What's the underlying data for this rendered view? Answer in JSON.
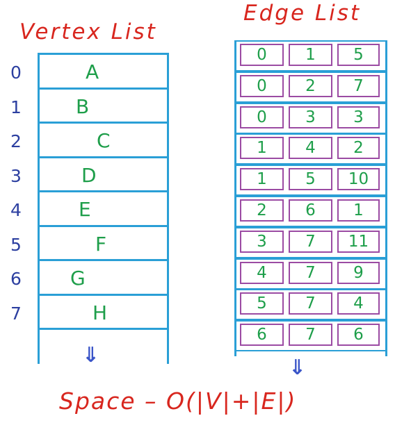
{
  "vertex_list": {
    "title": "Vertex List",
    "rows": [
      {
        "index": "0",
        "label": "A"
      },
      {
        "index": "1",
        "label": "B"
      },
      {
        "index": "2",
        "label": "C"
      },
      {
        "index": "3",
        "label": "D"
      },
      {
        "index": "4",
        "label": "E"
      },
      {
        "index": "5",
        "label": "F"
      },
      {
        "index": "6",
        "label": "G"
      },
      {
        "index": "7",
        "label": "H"
      }
    ],
    "continuation_arrow": "⇓"
  },
  "edge_list": {
    "title": "Edge List",
    "rows": [
      [
        "0",
        "1",
        "5"
      ],
      [
        "0",
        "2",
        "7"
      ],
      [
        "0",
        "3",
        "3"
      ],
      [
        "1",
        "4",
        "2"
      ],
      [
        "1",
        "5",
        "10"
      ],
      [
        "2",
        "6",
        "1"
      ],
      [
        "3",
        "7",
        "11"
      ],
      [
        "4",
        "7",
        "9"
      ],
      [
        "5",
        "7",
        "4"
      ],
      [
        "6",
        "7",
        "6"
      ]
    ],
    "continuation_arrow": "⇓"
  },
  "space_formula": "Space – O(|V|+|E|)",
  "colors": {
    "title": "#d8261e",
    "table_border": "#2a9fd6",
    "cell_border": "#9b4ba3",
    "value_text": "#1e9e4a",
    "index_text": "#2c3fa0",
    "arrow": "#3a55c8"
  }
}
